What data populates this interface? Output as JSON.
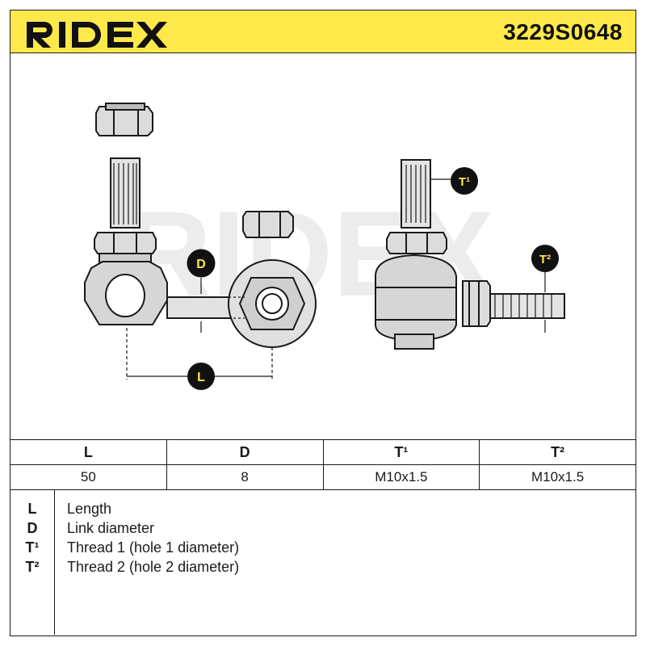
{
  "header": {
    "brand": "RIDEX",
    "part_number": "3229S0648",
    "background_color": "#ffe94a"
  },
  "drawing": {
    "watermark": "RIDEX",
    "callouts": [
      "D",
      "L",
      "T¹",
      "T²"
    ],
    "callout_color": "#ffe94a"
  },
  "spec_table": {
    "headers": [
      "L",
      "D",
      "T¹",
      "T²"
    ],
    "values": [
      "50",
      "8",
      "M10x1.5",
      "M10x1.5"
    ]
  },
  "legend": [
    {
      "symbol": "L",
      "description": "Length"
    },
    {
      "symbol": "D",
      "description": "Link diameter"
    },
    {
      "symbol": "T¹",
      "description": "Thread 1 (hole 1 diameter)"
    },
    {
      "symbol": "T²",
      "description": "Thread 2 (hole 2 diameter)"
    }
  ]
}
